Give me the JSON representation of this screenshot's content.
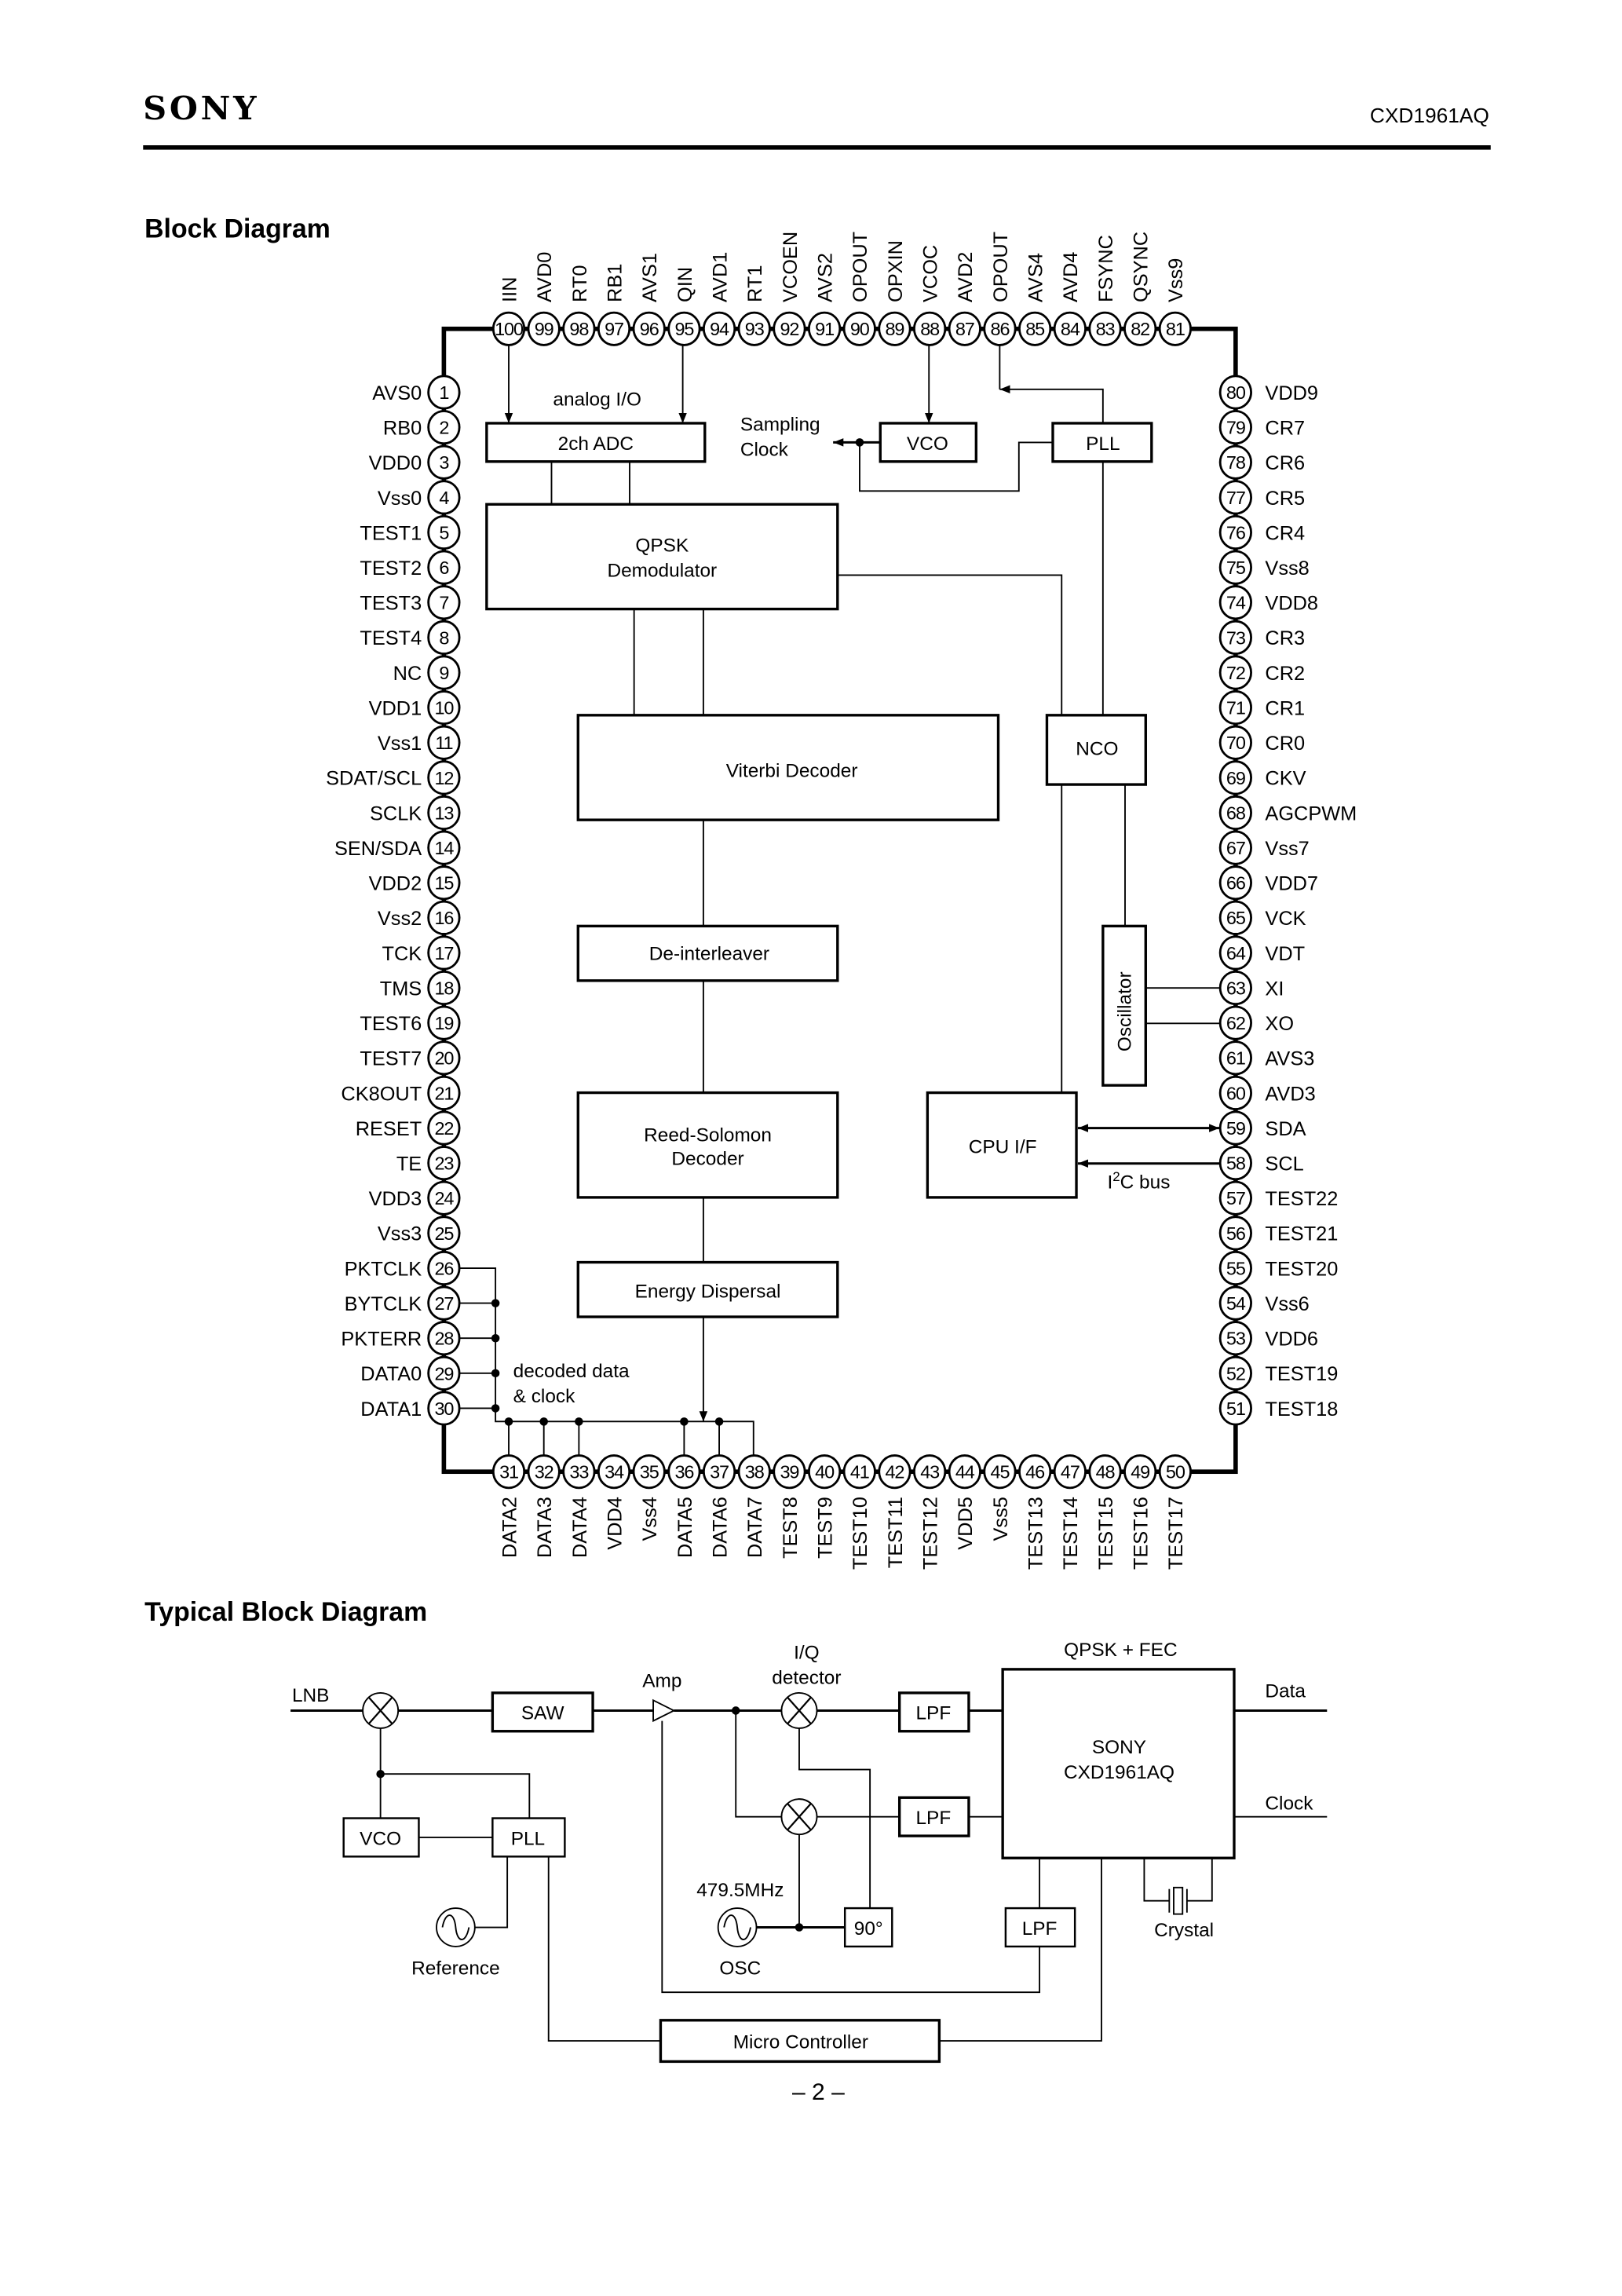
{
  "header": {
    "logo": "SONY",
    "part_number": "CXD1961AQ"
  },
  "block_diagram": {
    "title": "Block Diagram",
    "pins": {
      "top": [
        {
          "num": "100",
          "label": "IIN"
        },
        {
          "num": "99",
          "label": "AVD0"
        },
        {
          "num": "98",
          "label": "RT0"
        },
        {
          "num": "97",
          "label": "RB1"
        },
        {
          "num": "96",
          "label": "AVS1"
        },
        {
          "num": "95",
          "label": "QIN"
        },
        {
          "num": "94",
          "label": "AVD1"
        },
        {
          "num": "93",
          "label": "RT1"
        },
        {
          "num": "92",
          "label": "VCOEN"
        },
        {
          "num": "91",
          "label": "AVS2"
        },
        {
          "num": "90",
          "label": "OPOUT"
        },
        {
          "num": "89",
          "label": "OPXIN"
        },
        {
          "num": "88",
          "label": "VCOC"
        },
        {
          "num": "87",
          "label": "AVD2"
        },
        {
          "num": "86",
          "label": "OPOUT"
        },
        {
          "num": "85",
          "label": "AVS4"
        },
        {
          "num": "84",
          "label": "AVD4"
        },
        {
          "num": "83",
          "label": "FSYNC"
        },
        {
          "num": "82",
          "label": "QSYNC"
        },
        {
          "num": "81",
          "label": "Vss9"
        }
      ],
      "left": [
        {
          "num": "1",
          "label": "AVS0"
        },
        {
          "num": "2",
          "label": "RB0"
        },
        {
          "num": "3",
          "label": "VDD0"
        },
        {
          "num": "4",
          "label": "Vss0"
        },
        {
          "num": "5",
          "label": "TEST1"
        },
        {
          "num": "6",
          "label": "TEST2"
        },
        {
          "num": "7",
          "label": "TEST3"
        },
        {
          "num": "8",
          "label": "TEST4"
        },
        {
          "num": "9",
          "label": "NC"
        },
        {
          "num": "10",
          "label": "VDD1"
        },
        {
          "num": "11",
          "label": "Vss1"
        },
        {
          "num": "12",
          "label": "SDAT/SCL"
        },
        {
          "num": "13",
          "label": "SCLK"
        },
        {
          "num": "14",
          "label": "SEN/SDA"
        },
        {
          "num": "15",
          "label": "VDD2"
        },
        {
          "num": "16",
          "label": "Vss2"
        },
        {
          "num": "17",
          "label": "TCK"
        },
        {
          "num": "18",
          "label": "TMS"
        },
        {
          "num": "19",
          "label": "TEST6"
        },
        {
          "num": "20",
          "label": "TEST7"
        },
        {
          "num": "21",
          "label": "CK8OUT"
        },
        {
          "num": "22",
          "label": "RESET"
        },
        {
          "num": "23",
          "label": "TE"
        },
        {
          "num": "24",
          "label": "VDD3"
        },
        {
          "num": "25",
          "label": "Vss3"
        },
        {
          "num": "26",
          "label": "PKTCLK"
        },
        {
          "num": "27",
          "label": "BYTCLK"
        },
        {
          "num": "28",
          "label": "PKTERR"
        },
        {
          "num": "29",
          "label": "DATA0"
        },
        {
          "num": "30",
          "label": "DATA1"
        }
      ],
      "bottom": [
        {
          "num": "31",
          "label": "DATA2"
        },
        {
          "num": "32",
          "label": "DATA3"
        },
        {
          "num": "33",
          "label": "DATA4"
        },
        {
          "num": "34",
          "label": "VDD4"
        },
        {
          "num": "35",
          "label": "Vss4"
        },
        {
          "num": "36",
          "label": "DATA5"
        },
        {
          "num": "37",
          "label": "DATA6"
        },
        {
          "num": "38",
          "label": "DATA7"
        },
        {
          "num": "39",
          "label": "TEST8"
        },
        {
          "num": "40",
          "label": "TEST9"
        },
        {
          "num": "41",
          "label": "TEST10"
        },
        {
          "num": "42",
          "label": "TEST11"
        },
        {
          "num": "43",
          "label": "TEST12"
        },
        {
          "num": "44",
          "label": "VDD5"
        },
        {
          "num": "45",
          "label": "Vss5"
        },
        {
          "num": "46",
          "label": "TEST13"
        },
        {
          "num": "47",
          "label": "TEST14"
        },
        {
          "num": "48",
          "label": "TEST15"
        },
        {
          "num": "49",
          "label": "TEST16"
        },
        {
          "num": "50",
          "label": "TEST17"
        }
      ],
      "right": [
        {
          "num": "80",
          "label": "VDD9"
        },
        {
          "num": "79",
          "label": "CR7"
        },
        {
          "num": "78",
          "label": "CR6"
        },
        {
          "num": "77",
          "label": "CR5"
        },
        {
          "num": "76",
          "label": "CR4"
        },
        {
          "num": "75",
          "label": "Vss8"
        },
        {
          "num": "74",
          "label": "VDD8"
        },
        {
          "num": "73",
          "label": "CR3"
        },
        {
          "num": "72",
          "label": "CR2"
        },
        {
          "num": "71",
          "label": "CR1"
        },
        {
          "num": "70",
          "label": "CR0"
        },
        {
          "num": "69",
          "label": "CKV"
        },
        {
          "num": "68",
          "label": "AGCPWM"
        },
        {
          "num": "67",
          "label": "Vss7"
        },
        {
          "num": "66",
          "label": "VDD7"
        },
        {
          "num": "65",
          "label": "VCK"
        },
        {
          "num": "64",
          "label": "VDT"
        },
        {
          "num": "63",
          "label": "XI"
        },
        {
          "num": "62",
          "label": "XO"
        },
        {
          "num": "61",
          "label": "AVS3"
        },
        {
          "num": "60",
          "label": "AVD3"
        },
        {
          "num": "59",
          "label": "SDA"
        },
        {
          "num": "58",
          "label": "SCL"
        },
        {
          "num": "57",
          "label": "TEST22"
        },
        {
          "num": "56",
          "label": "TEST21"
        },
        {
          "num": "55",
          "label": "TEST20"
        },
        {
          "num": "54",
          "label": "Vss6"
        },
        {
          "num": "53",
          "label": "VDD6"
        },
        {
          "num": "52",
          "label": "TEST19"
        },
        {
          "num": "51",
          "label": "TEST18"
        }
      ]
    },
    "blocks": {
      "adc": "2ch ADC",
      "vco": "VCO",
      "pll": "PLL",
      "qpsk_line1": "QPSK",
      "qpsk_line2": "Demodulator",
      "viterbi": "Viterbi Decoder",
      "nco": "NCO",
      "deinterleaver": "De-interleaver",
      "oscillator": "Oscillator",
      "rs_line1": "Reed-Solomon",
      "rs_line2": "Decoder",
      "cpu_if": "CPU I/F",
      "energy_dispersal": "Energy Dispersal"
    },
    "annotations": {
      "analog_io": "analog I/O",
      "sampling_line1": "Sampling",
      "sampling_line2": "Clock",
      "i2c_prefix": "I",
      "i2c_sup": "2",
      "i2c_suffix": "C bus",
      "decoded_line1": "decoded data",
      "decoded_line2": "& clock"
    }
  },
  "typical_diagram": {
    "title": "Typical Block Diagram",
    "labels": {
      "lnb": "LNB",
      "saw": "SAW",
      "amp": "Amp",
      "iq_line1": "I/Q",
      "iq_line2": "detector",
      "lpf": "LPF",
      "qpsk_fec": "QPSK + FEC",
      "chip_line1": "SONY",
      "chip_line2": "CXD1961AQ",
      "data": "Data",
      "clock": "Clock",
      "vco": "VCO",
      "pll": "PLL",
      "reference": "Reference",
      "osc_freq": "479.5MHz",
      "osc": "OSC",
      "phase90": "90°",
      "crystal": "Crystal",
      "micro_controller": "Micro Controller"
    }
  },
  "footer": {
    "page_number": "– 2 –"
  }
}
